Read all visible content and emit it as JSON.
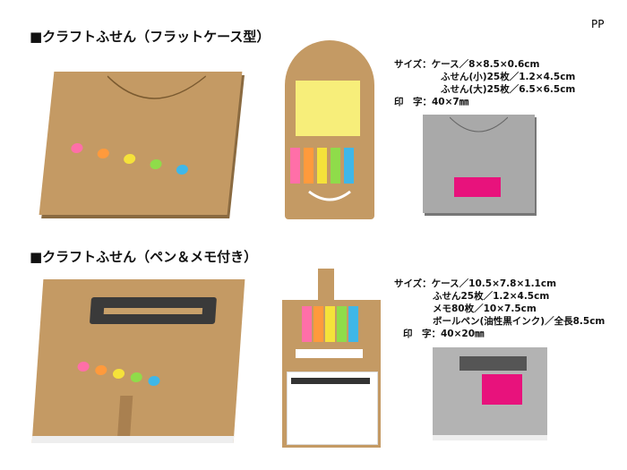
{
  "corner_label": "PP",
  "products": [
    {
      "heading": "■クラフトふせん（フラットケース型）",
      "specs": [
        "サイズ：ケース／8×8.5×0.6cm",
        "ふせん(小)25枚／1.2×4.5cm",
        "ふせん(大)25枚／6.5×6.5cm",
        "印　字：40×7㎜"
      ]
    },
    {
      "heading": "■クラフトふせん（ペン＆メモ付き）",
      "specs": [
        "サイズ：ケース／10.5×7.8×1.1cm",
        "ふせん25枚／1.2×4.5cm",
        "メモ80枚／10×7.5cm",
        "ボールペン(油性黒インク)／全長8.5cm",
        "印　字：40×20㎜"
      ]
    }
  ],
  "colors": {
    "kraft": "#c49a64",
    "print_area": "#e8127c",
    "gray_case": "#a9a9a9",
    "note_yellow": "#f7ee7a"
  },
  "tab_colors": [
    "#ff6fa8",
    "#ff9a3c",
    "#f5e23a",
    "#8fdc4a",
    "#3fb7e8"
  ]
}
